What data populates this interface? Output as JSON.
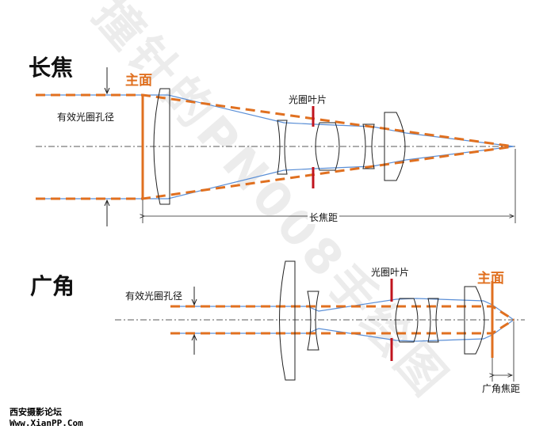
{
  "telephoto": {
    "title": "长焦",
    "principal_plane": "主面",
    "aperture_label": "有效光圈孔径",
    "diaphragm_label": "光圈叶片",
    "focal_length_label": "长焦距"
  },
  "wide_angle": {
    "title": "广角",
    "principal_plane": "主面",
    "aperture_label": "有效光圈孔径",
    "diaphragm_label": "光圈叶片",
    "focal_length_label": "广角焦距"
  },
  "watermark": "撞针的PN008手绘图",
  "logo": {
    "name": "西安摄影论坛",
    "url": "Www.XianPP.Com"
  },
  "colors": {
    "orange": "#e07020",
    "blue": "#5b8fd6",
    "red": "#c0141e",
    "black": "#222222"
  }
}
